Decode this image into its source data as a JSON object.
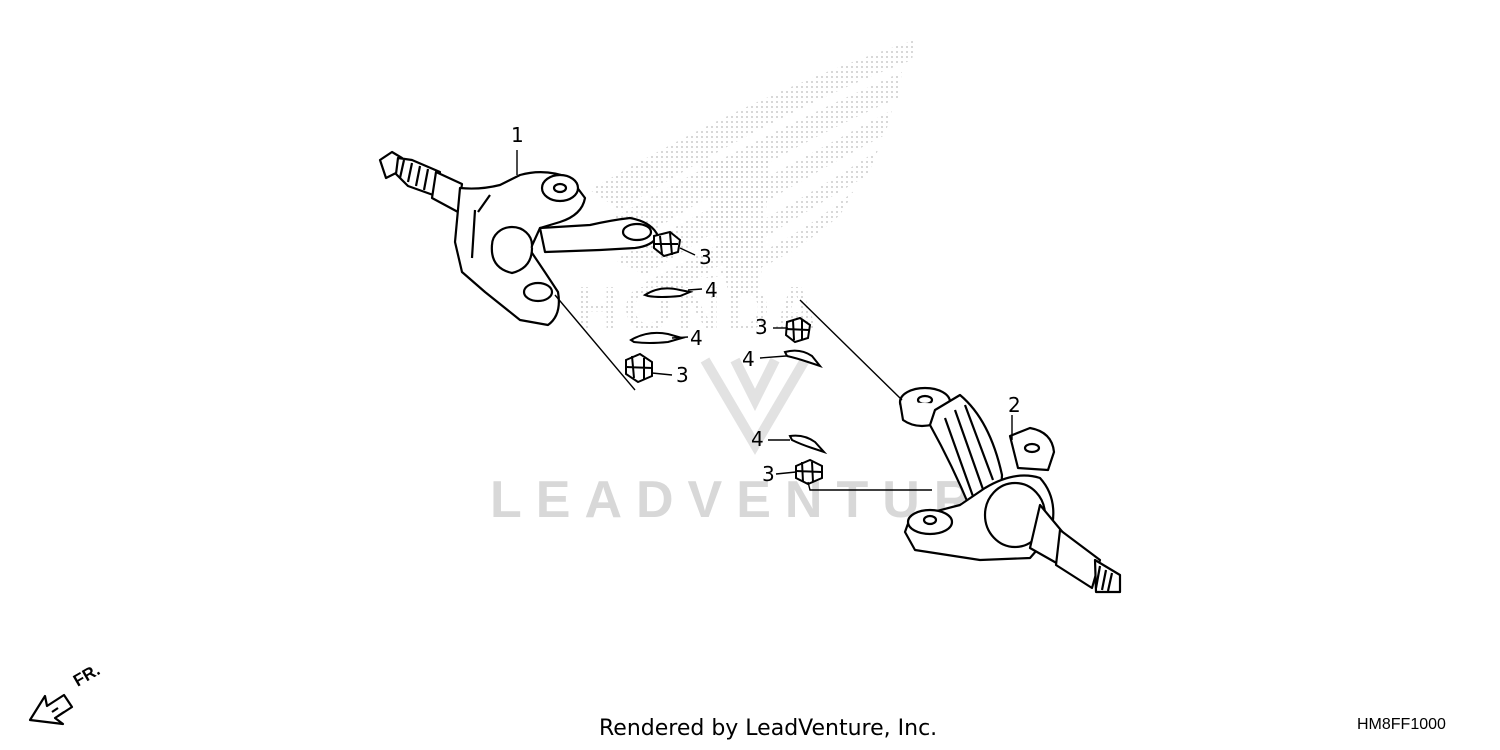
{
  "diagram": {
    "watermarks": {
      "brand": "HONDA",
      "vendor": "LEADVENTURE"
    },
    "callouts": [
      {
        "id": "1",
        "label": "1"
      },
      {
        "id": "2",
        "label": "2"
      },
      {
        "id": "3a",
        "label": "3"
      },
      {
        "id": "3b",
        "label": "3"
      },
      {
        "id": "3c",
        "label": "3"
      },
      {
        "id": "3d",
        "label": "3"
      },
      {
        "id": "4a",
        "label": "4"
      },
      {
        "id": "4b",
        "label": "4"
      },
      {
        "id": "4c",
        "label": "4"
      },
      {
        "id": "4d",
        "label": "4"
      }
    ],
    "direction_label": "FR.",
    "footer_credit": "Rendered by LeadVenture, Inc.",
    "diagram_code": "HM8FF1000"
  },
  "colors": {
    "line": "#000000",
    "watermark": "#d0d0d0",
    "background": "#ffffff"
  },
  "icons": {
    "direction_arrow": "arrow-down-left-icon"
  }
}
